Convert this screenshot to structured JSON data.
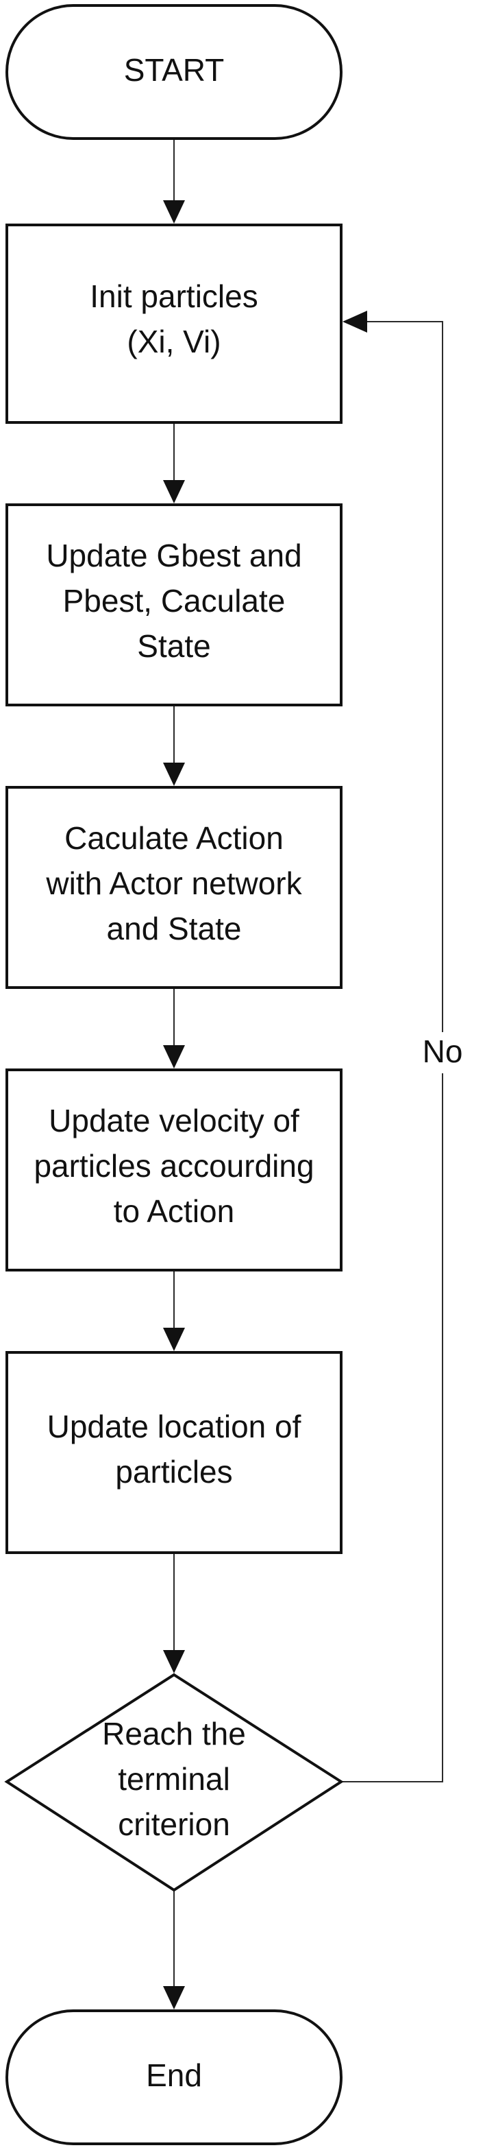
{
  "diagram": {
    "nodes": [
      {
        "id": "start",
        "shape": "terminator",
        "lines": [
          "START"
        ]
      },
      {
        "id": "init",
        "shape": "process",
        "lines": [
          "Init particles",
          "(Xi, Vi)"
        ]
      },
      {
        "id": "update-best",
        "shape": "process",
        "lines": [
          "Update Gbest and",
          "Pbest, Caculate",
          "State"
        ]
      },
      {
        "id": "action",
        "shape": "process",
        "lines": [
          "Caculate Action",
          "with Actor network",
          "and State"
        ]
      },
      {
        "id": "velocity",
        "shape": "process",
        "lines": [
          "Update velocity of",
          "particles accourding",
          "to Action"
        ]
      },
      {
        "id": "location",
        "shape": "process",
        "lines": [
          "Update location of",
          "particles"
        ]
      },
      {
        "id": "decision",
        "shape": "decision",
        "lines": [
          "Reach the",
          "terminal",
          "criterion"
        ]
      },
      {
        "id": "end",
        "shape": "terminator",
        "lines": [
          "End"
        ]
      }
    ],
    "edges": [
      {
        "from": "start",
        "to": "init",
        "label": ""
      },
      {
        "from": "init",
        "to": "update-best",
        "label": ""
      },
      {
        "from": "update-best",
        "to": "action",
        "label": ""
      },
      {
        "from": "action",
        "to": "velocity",
        "label": ""
      },
      {
        "from": "velocity",
        "to": "location",
        "label": ""
      },
      {
        "from": "location",
        "to": "decision",
        "label": ""
      },
      {
        "from": "decision",
        "to": "end",
        "label": ""
      },
      {
        "from": "decision",
        "to": "init",
        "label": "No"
      }
    ]
  }
}
